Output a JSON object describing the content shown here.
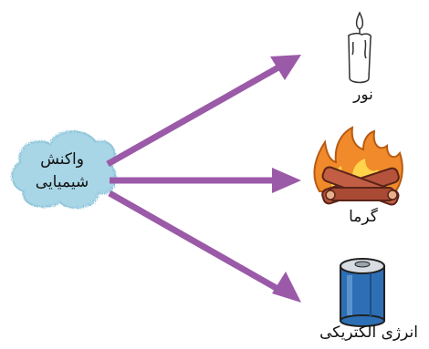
{
  "center": {
    "line1": "واکنش",
    "line2": "شیمیایی"
  },
  "outputs": [
    {
      "label": "نور",
      "icon": "candle-icon"
    },
    {
      "label": "گرما",
      "icon": "fire-icon"
    },
    {
      "label": "انرژی الکتریکی",
      "icon": "battery-icon"
    }
  ],
  "colors": {
    "arrow": "#9b5aa8",
    "cloud": "#a8d6e6",
    "fire": "#f08a2a",
    "battery": "#2d6fb5"
  }
}
